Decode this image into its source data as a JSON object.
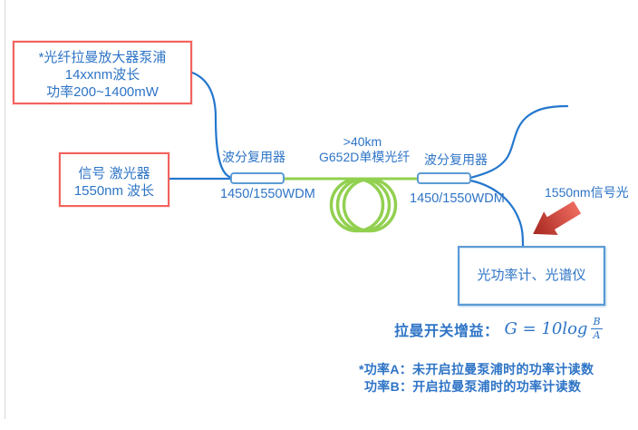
{
  "colors": {
    "line_blue": "#2577cd",
    "component_blue": "#5b9bd5",
    "text_blue": "#2e74c6",
    "fiber_green": "#92d050",
    "red_border": "#f2635e",
    "arrow_red_light": "#ee6a5f",
    "arrow_red_dark": "#a5271f",
    "page_edge": "#d9d9d9"
  },
  "pump_box": {
    "line1": "*光纤拉曼放大器泵浦",
    "line2": "14xxnm波长",
    "line3": "功率200~1400mW"
  },
  "signal_box": {
    "line1": "信号 激光器",
    "line2": "1550nm 波长"
  },
  "wdm_left": {
    "label": "波分复用器",
    "sublabel": "1450/1550WDM"
  },
  "fiber_spool": {
    "line1": ">40km",
    "line2": "G652D单模光纤"
  },
  "wdm_right": {
    "label": "波分复用器",
    "sublabel": "1450/1550WDM"
  },
  "signal_light_label": "1550nm信号光",
  "meter_box": {
    "label": "光功率计、光谱仪"
  },
  "formula": {
    "label": "拉曼开关增益：",
    "expression": "G = 10log",
    "numerator": "B",
    "denominator": "A"
  },
  "notes": {
    "line1": "*功率A：未开启拉曼泵浦时的功率计读数",
    "line2": "功率B：开启拉曼泵浦时的功率计读数"
  }
}
